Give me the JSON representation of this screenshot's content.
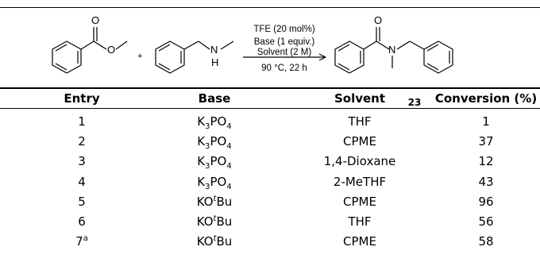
{
  "scheme": {
    "cond_line1": "TFE (20 mol%)",
    "cond_line2": "Base (1 equiv.)",
    "cond_line3": "Solvent (2 M)",
    "cond_line4": "90 °C, 22 h",
    "plus": "+",
    "atom_O": "O",
    "atom_N": "N",
    "atom_H": "H"
  },
  "table": {
    "headers": {
      "entry": "Entry",
      "base": "Base",
      "solvent": "Solvent",
      "product_label": "23",
      "conversion": "Conversion (%)"
    },
    "rows": [
      {
        "entry": "1",
        "entry_sup": "",
        "base": "K",
        "base_sub": "3",
        "base_tail": "PO",
        "base_sub2": "4",
        "solvent": "THF",
        "conversion": "1"
      },
      {
        "entry": "2",
        "entry_sup": "",
        "base": "K",
        "base_sub": "3",
        "base_tail": "PO",
        "base_sub2": "4",
        "solvent": "CPME",
        "conversion": "37"
      },
      {
        "entry": "3",
        "entry_sup": "",
        "base": "K",
        "base_sub": "3",
        "base_tail": "PO",
        "base_sub2": "4",
        "solvent": "1,4-Dioxane",
        "conversion": "12"
      },
      {
        "entry": "4",
        "entry_sup": "",
        "base": "K",
        "base_sub": "3",
        "base_tail": "PO",
        "base_sub2": "4",
        "solvent": "2-MeTHF",
        "conversion": "43"
      },
      {
        "entry": "5",
        "entry_sup": "",
        "base": "KO",
        "base_sub": "",
        "base_tail": "Bu",
        "base_sup": "t",
        "solvent": "CPME",
        "conversion": "96"
      },
      {
        "entry": "6",
        "entry_sup": "",
        "base": "KO",
        "base_sub": "",
        "base_tail": "Bu",
        "base_sup": "t",
        "solvent": "THF",
        "conversion": "56"
      },
      {
        "entry": "7",
        "entry_sup": "a",
        "base": "KO",
        "base_sub": "",
        "base_tail": "Bu",
        "base_sup": "t",
        "solvent": "CPME",
        "conversion": "58"
      }
    ]
  }
}
